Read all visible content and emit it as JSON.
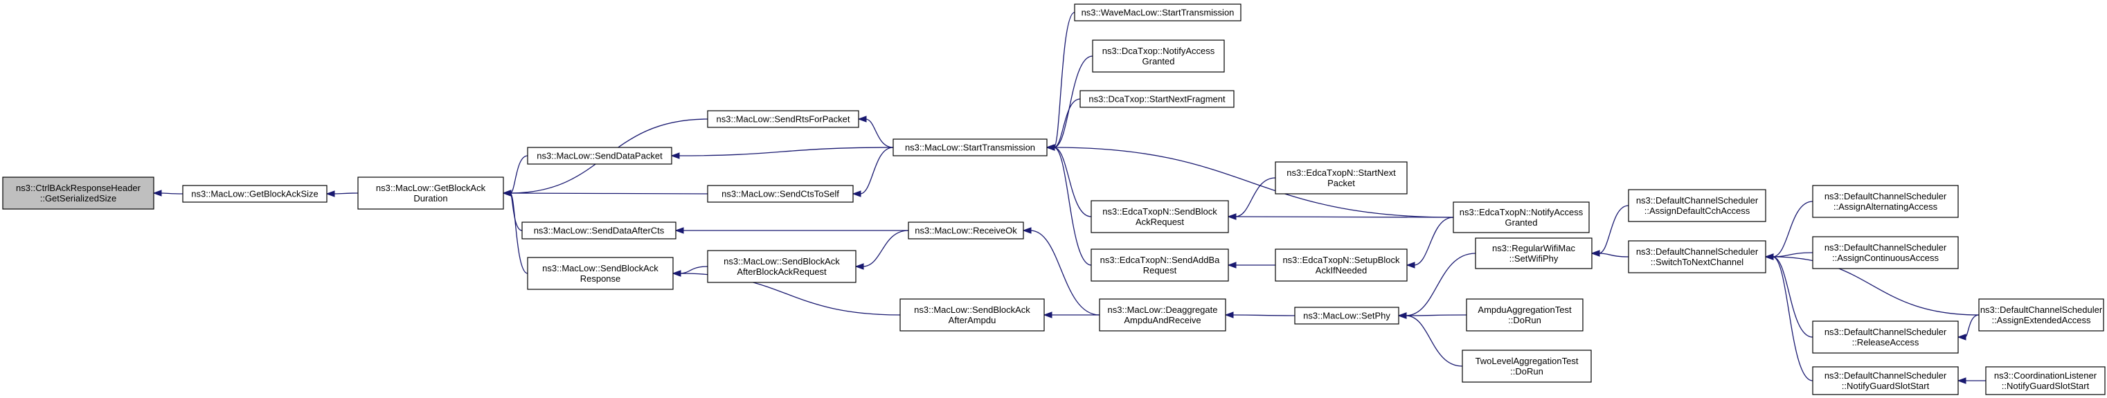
{
  "graph": {
    "type": "caller-graph",
    "nodes": [
      {
        "id": "n1",
        "root": true,
        "lines": [
          "ns3::CtrlBAckResponseHeader",
          "::GetSerializedSize"
        ]
      },
      {
        "id": "n2",
        "lines": [
          "ns3::MacLow::GetBlockAckSize"
        ]
      },
      {
        "id": "n3",
        "lines": [
          "ns3::MacLow::GetBlockAck",
          "Duration"
        ]
      },
      {
        "id": "n4",
        "lines": [
          "ns3::MacLow::SendRtsForPacket"
        ]
      },
      {
        "id": "n5",
        "lines": [
          "ns3::MacLow::SendDataPacket"
        ]
      },
      {
        "id": "n6",
        "lines": [
          "ns3::MacLow::SendCtsToSelf"
        ]
      },
      {
        "id": "n7",
        "lines": [
          "ns3::MacLow::SendDataAfterCts"
        ]
      },
      {
        "id": "n8",
        "lines": [
          "ns3::MacLow::SendBlockAck",
          "Response"
        ]
      },
      {
        "id": "n9",
        "lines": [
          "ns3::MacLow::SendBlockAck",
          "AfterBlockAckRequest"
        ]
      },
      {
        "id": "n10",
        "lines": [
          "ns3::MacLow::SendBlockAck",
          "AfterAmpdu"
        ]
      },
      {
        "id": "n11",
        "lines": [
          "ns3::MacLow::StartTransmission"
        ]
      },
      {
        "id": "n12",
        "lines": [
          "ns3::MacLow::ReceiveOk"
        ]
      },
      {
        "id": "n13",
        "lines": [
          "ns3::WaveMacLow::StartTransmission"
        ]
      },
      {
        "id": "n14",
        "lines": [
          "ns3::DcaTxop::NotifyAccess",
          "Granted"
        ]
      },
      {
        "id": "n15",
        "lines": [
          "ns3::DcaTxop::StartNextFragment"
        ]
      },
      {
        "id": "n16",
        "lines": [
          "ns3::EdcaTxopN::SendBlock",
          "AckRequest"
        ]
      },
      {
        "id": "n17",
        "lines": [
          "ns3::EdcaTxopN::SendAddBa",
          "Request"
        ]
      },
      {
        "id": "n18",
        "lines": [
          "ns3::MacLow::Deaggregate",
          "AmpduAndReceive"
        ]
      },
      {
        "id": "n19",
        "lines": [
          "ns3::EdcaTxopN::StartNext",
          "Packet"
        ]
      },
      {
        "id": "n20",
        "lines": [
          "ns3::EdcaTxopN::SetupBlock",
          "AckIfNeeded"
        ]
      },
      {
        "id": "n21",
        "lines": [
          "ns3::MacLow::SetPhy"
        ]
      },
      {
        "id": "n22",
        "lines": [
          "ns3::EdcaTxopN::NotifyAccess",
          "Granted"
        ]
      },
      {
        "id": "n23",
        "lines": [
          "ns3::RegularWifiMac",
          "::SetWifiPhy"
        ]
      },
      {
        "id": "n24",
        "lines": [
          "AmpduAggregationTest",
          "::DoRun"
        ]
      },
      {
        "id": "n25",
        "lines": [
          "TwoLevelAggregationTest",
          "::DoRun"
        ]
      },
      {
        "id": "n26",
        "lines": [
          "ns3::DefaultChannelScheduler",
          "::AssignDefaultCchAccess"
        ]
      },
      {
        "id": "n27",
        "lines": [
          "ns3::DefaultChannelScheduler",
          "::SwitchToNextChannel"
        ]
      },
      {
        "id": "n28",
        "lines": [
          "ns3::DefaultChannelScheduler",
          "::AssignAlternatingAccess"
        ]
      },
      {
        "id": "n29",
        "lines": [
          "ns3::DefaultChannelScheduler",
          "::AssignContinuousAccess"
        ]
      },
      {
        "id": "n30",
        "lines": [
          "ns3::DefaultChannelScheduler",
          "::ReleaseAccess"
        ]
      },
      {
        "id": "n31",
        "lines": [
          "ns3::DefaultChannelScheduler",
          "::NotifyGuardSlotStart"
        ]
      },
      {
        "id": "n32",
        "lines": [
          "ns3::DefaultChannelScheduler",
          "::AssignExtendedAccess"
        ]
      },
      {
        "id": "n33",
        "lines": [
          "ns3::CoordinationListener",
          "::NotifyGuardSlotStart"
        ]
      }
    ],
    "edges": [
      {
        "from": "n2",
        "to": "n1"
      },
      {
        "from": "n3",
        "to": "n2"
      },
      {
        "from": "n4",
        "to": "n3"
      },
      {
        "from": "n5",
        "to": "n3"
      },
      {
        "from": "n6",
        "to": "n3"
      },
      {
        "from": "n7",
        "to": "n3"
      },
      {
        "from": "n8",
        "to": "n3"
      },
      {
        "from": "n11",
        "to": "n4"
      },
      {
        "from": "n11",
        "to": "n5"
      },
      {
        "from": "n11",
        "to": "n6"
      },
      {
        "from": "n12",
        "to": "n7"
      },
      {
        "from": "n9",
        "to": "n8"
      },
      {
        "from": "n10",
        "to": "n8"
      },
      {
        "from": "n12",
        "to": "n9"
      },
      {
        "from": "n18",
        "to": "n10"
      },
      {
        "from": "n13",
        "to": "n11"
      },
      {
        "from": "n14",
        "to": "n11"
      },
      {
        "from": "n15",
        "to": "n11"
      },
      {
        "from": "n16",
        "to": "n11"
      },
      {
        "from": "n17",
        "to": "n11"
      },
      {
        "from": "n22",
        "to": "n11"
      },
      {
        "from": "n18",
        "to": "n12"
      },
      {
        "from": "n19",
        "to": "n16"
      },
      {
        "from": "n22",
        "to": "n16"
      },
      {
        "from": "n20",
        "to": "n17"
      },
      {
        "from": "n21",
        "to": "n18"
      },
      {
        "from": "n22",
        "to": "n20"
      },
      {
        "from": "n23",
        "to": "n21"
      },
      {
        "from": "n24",
        "to": "n21"
      },
      {
        "from": "n25",
        "to": "n21"
      },
      {
        "from": "n26",
        "to": "n23"
      },
      {
        "from": "n27",
        "to": "n23"
      },
      {
        "from": "n28",
        "to": "n27"
      },
      {
        "from": "n29",
        "to": "n27"
      },
      {
        "from": "n30",
        "to": "n27"
      },
      {
        "from": "n31",
        "to": "n27"
      },
      {
        "from": "n32",
        "to": "n27"
      },
      {
        "from": "n32",
        "to": "n30"
      },
      {
        "from": "n33",
        "to": "n31"
      }
    ]
  }
}
